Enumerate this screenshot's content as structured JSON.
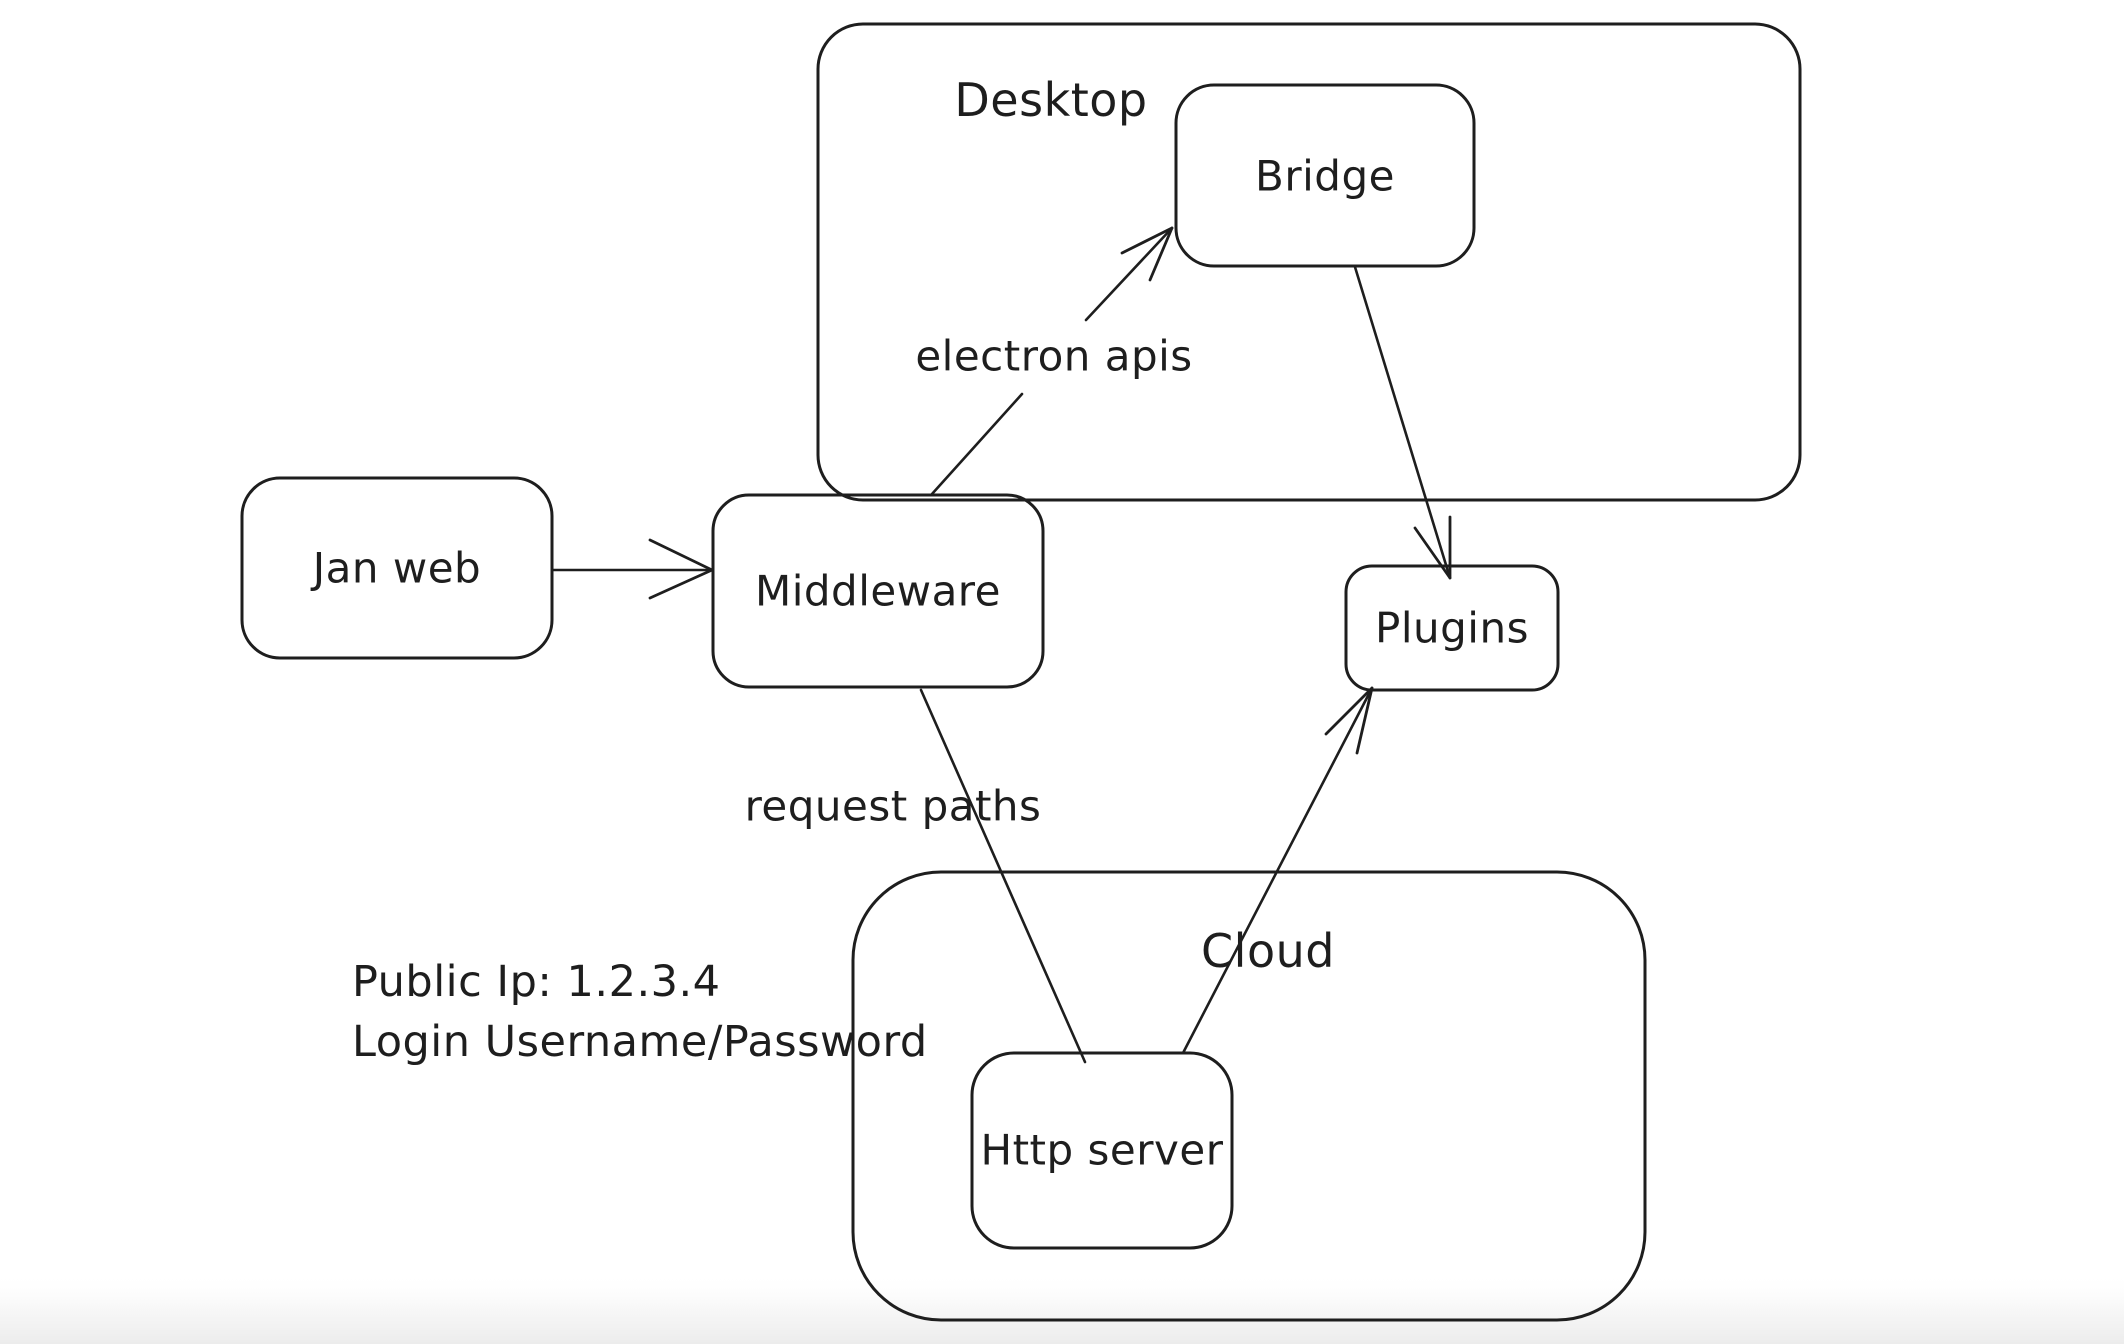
{
  "app": {
    "background_color": "#ffffff",
    "ink_color": "#1e1e1e",
    "bottom_bar_color": "#f0f0f0"
  },
  "diagram": {
    "containers": {
      "desktop": {
        "label": "Desktop"
      },
      "cloud": {
        "label": "Cloud"
      }
    },
    "nodes": {
      "jan_web": {
        "label": "Jan web"
      },
      "middleware": {
        "label": "Middleware"
      },
      "bridge": {
        "label": "Bridge"
      },
      "plugins": {
        "label": "Plugins"
      },
      "http_server": {
        "label": "Http server"
      }
    },
    "edges": {
      "jan_web_to_middleware": {
        "from": "Jan web",
        "to": "Middleware",
        "label": "",
        "arrowhead": true
      },
      "middleware_to_bridge": {
        "from": "Middleware",
        "to": "Bridge",
        "label": "electron apis",
        "arrowhead": true
      },
      "bridge_to_plugins": {
        "from": "Bridge",
        "to": "Plugins",
        "label": "",
        "arrowhead": true
      },
      "middleware_to_http_server": {
        "from": "Middleware",
        "to": "Http server",
        "label": "request paths",
        "arrowhead": false
      },
      "http_server_to_plugins": {
        "from": "Http server",
        "to": "Plugins",
        "label": "",
        "arrowhead": true
      }
    },
    "annotations": {
      "public_ip": "Public Ip: 1.2.3.4",
      "login": "Login Username/Password"
    }
  }
}
